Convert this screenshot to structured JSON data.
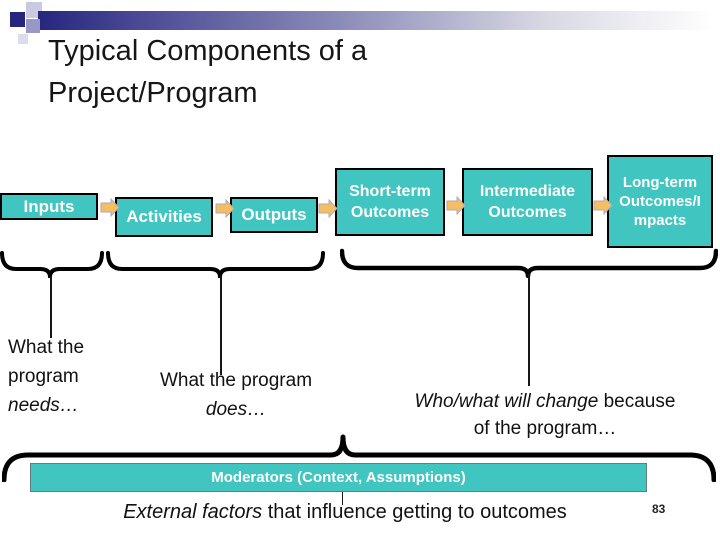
{
  "slide": {
    "title": "Typical Components of a Project/Program",
    "page_number": "83"
  },
  "flow": {
    "boxes": [
      {
        "label": "Inputs"
      },
      {
        "label": "Activities"
      },
      {
        "label": "Outputs"
      },
      {
        "label": "Short-term Outcomes"
      },
      {
        "label": "Intermediate Outcomes"
      },
      {
        "label": "Long-term Outcomes/Impacts"
      }
    ],
    "moderators_label": "Moderators (Context, Assumptions)"
  },
  "annotations": {
    "needs": {
      "line1": "What the",
      "line2": "program",
      "line3_italic": "needs…"
    },
    "does": {
      "line1": "What the program",
      "line2_italic": "does…"
    },
    "change": {
      "italic": "Who/what will change",
      "line1_rest": " because",
      "line2": "of the program…"
    },
    "external": {
      "italic": "External factors",
      "rest": " that influence getting to outcomes"
    }
  },
  "colors": {
    "teal": "#40C5C0",
    "arrow-orange": "#F6BE62",
    "accent-navy": "#26267F"
  }
}
